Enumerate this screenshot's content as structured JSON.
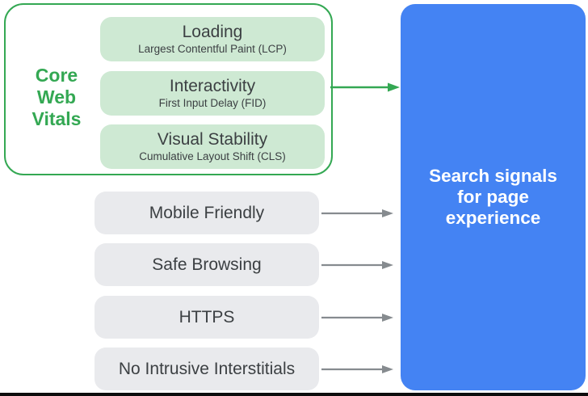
{
  "colors": {
    "green_accent": "#34a853",
    "green_fill": "#cee9d3",
    "gray_fill": "#e9eaed",
    "gray_arrow": "#868b8f",
    "blue_fill": "#4483f3",
    "text_dark": "#3c4043",
    "white": "#ffffff"
  },
  "core_web_vitals": {
    "label_lines": [
      "Core",
      "Web",
      "Vitals"
    ],
    "items": [
      {
        "title": "Loading",
        "subtitle": "Largest Contentful Paint (LCP)"
      },
      {
        "title": "Interactivity",
        "subtitle": "First Input Delay (FID)"
      },
      {
        "title": "Visual Stability",
        "subtitle": "Cumulative Layout Shift (CLS)"
      }
    ]
  },
  "other_signals": [
    {
      "label": "Mobile Friendly"
    },
    {
      "label": "Safe Browsing"
    },
    {
      "label": "HTTPS"
    },
    {
      "label": "No Intrusive Interstitials"
    }
  ],
  "result": {
    "label_lines": [
      "Search signals",
      "for page",
      "experience"
    ]
  }
}
